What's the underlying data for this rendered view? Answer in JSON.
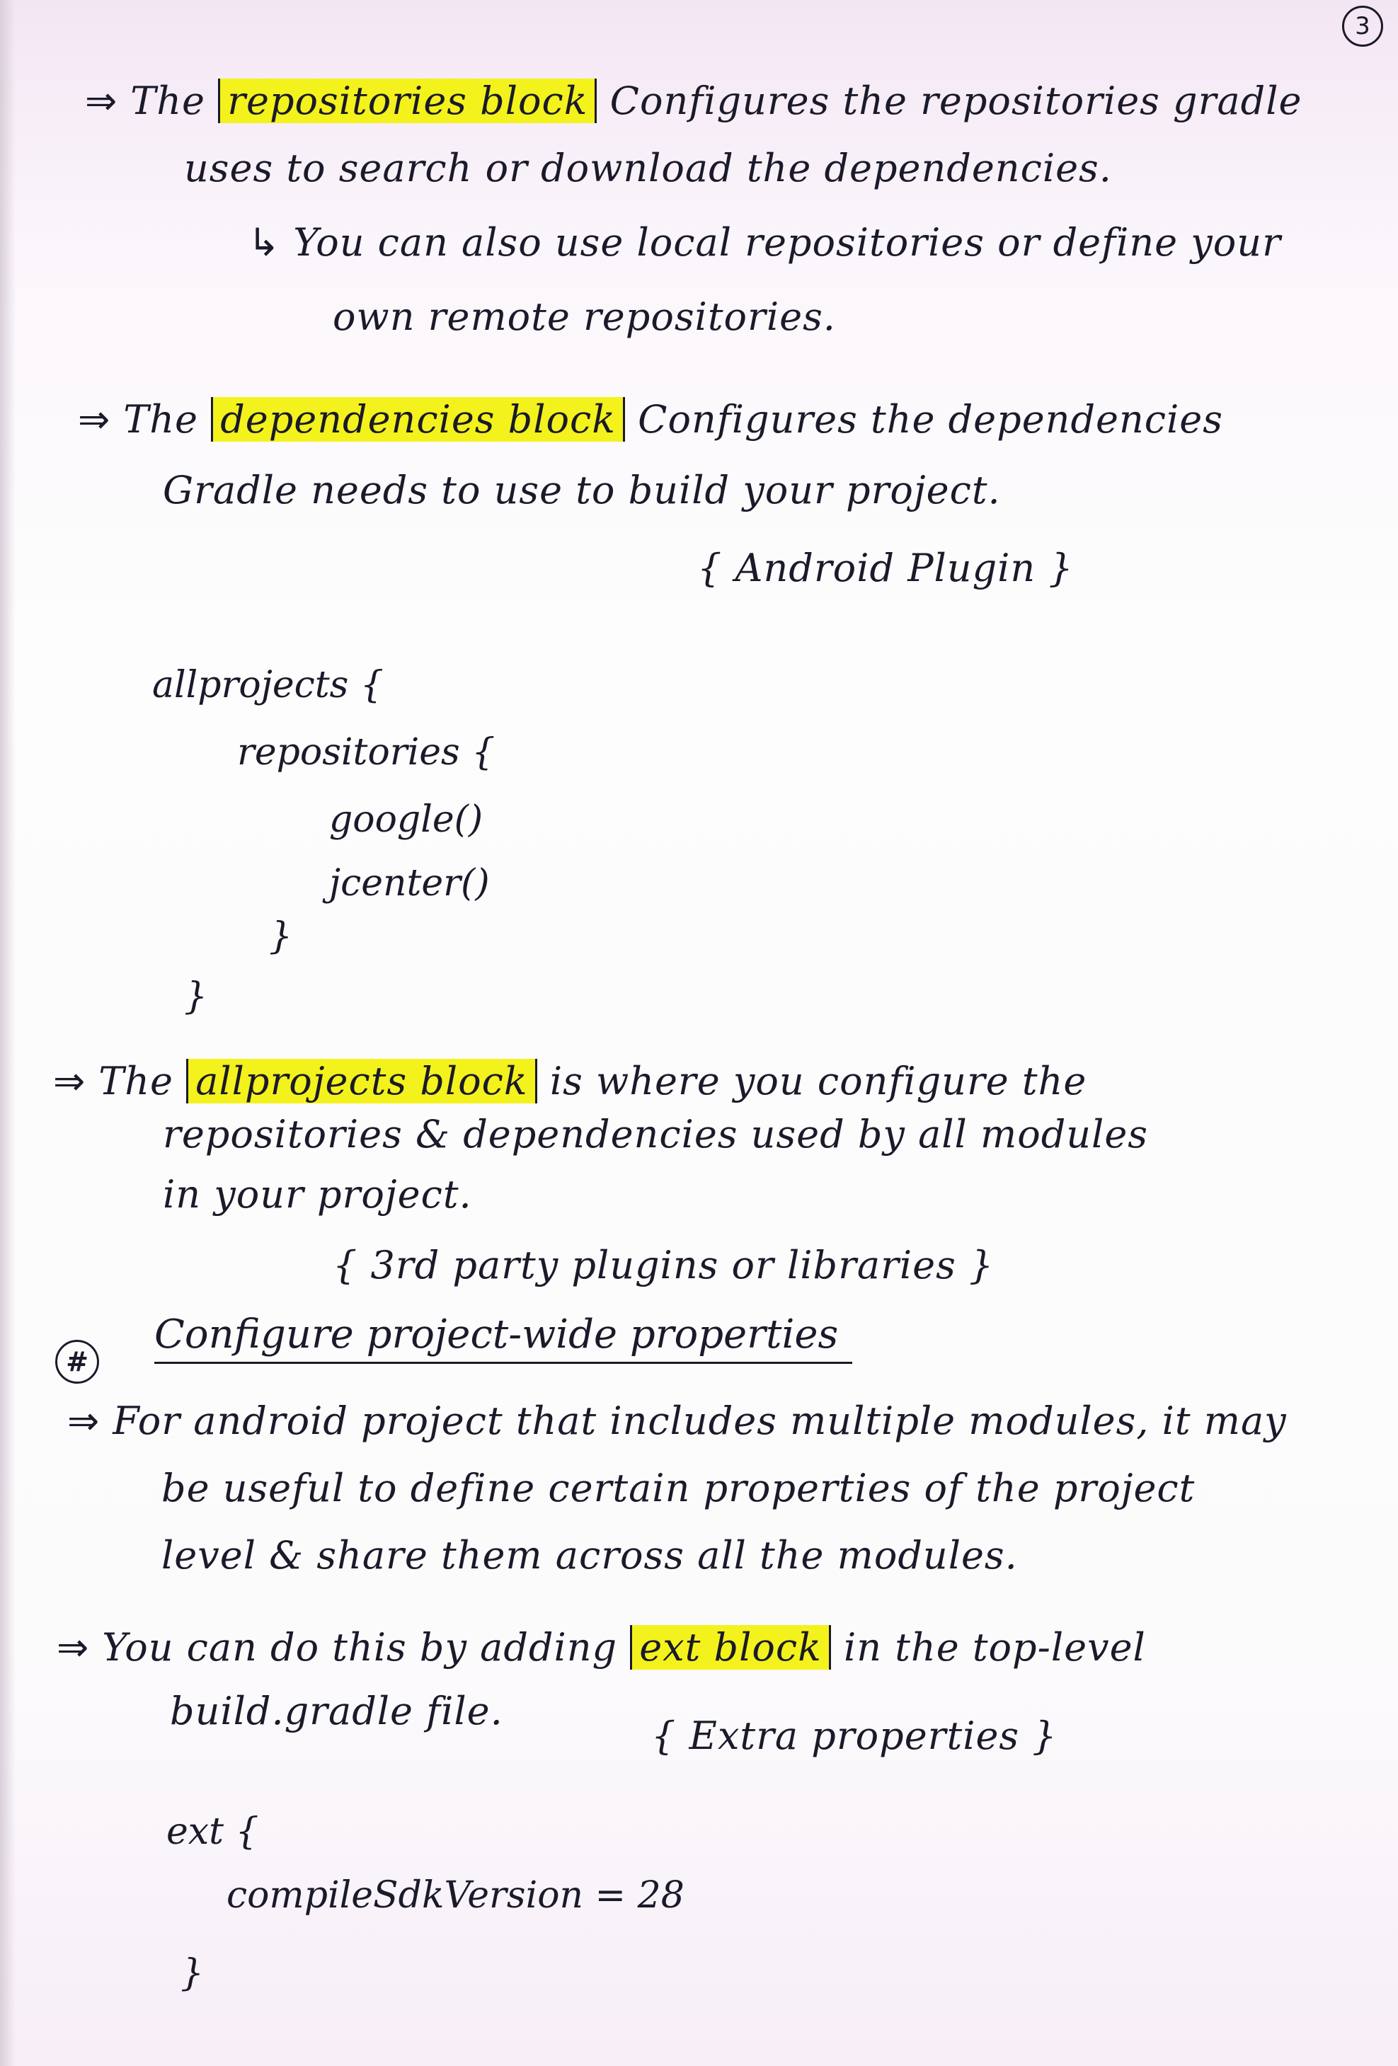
{
  "page_number": "3",
  "sections": {
    "repositories": {
      "arrow": "⇒",
      "text_before": "The",
      "highlight": "repositories block",
      "line1_after": "Configures the repositories gradle",
      "line2": "uses to search or download the dependencies.",
      "sub_arrow": "↳",
      "sub_line1": "You can also use local repositories or define your",
      "sub_line2": "own remote repositories."
    },
    "dependencies": {
      "arrow": "⇒",
      "text_before": "The",
      "highlight": "dependencies block",
      "line1_after": "Configures the dependencies",
      "line2": "Gradle needs to use to build your project.",
      "note": "{ Android Plugin }"
    },
    "code1": {
      "line1": "allprojects {",
      "line2": "repositories {",
      "line3": "google()",
      "line4": "jcenter()",
      "line5": "}",
      "line6": "}"
    },
    "allprojects": {
      "arrow": "⇒",
      "text_before": "The",
      "highlight": "allprojects block",
      "line1_after": "is where you configure the",
      "line2": "repositories & dependencies used by all modules",
      "line3": "in your project.",
      "note": "{ 3rd party plugins or libraries }"
    },
    "heading": {
      "badge": "#",
      "title": "Configure project-wide properties"
    },
    "multi_module": {
      "arrow": "⇒",
      "line1": "For android project that includes multiple modules, it may",
      "line2": "be useful to define certain properties of the project",
      "line3": "level & share them across all the modules."
    },
    "ext": {
      "arrow": "⇒",
      "line1_before": "You can do this by adding",
      "highlight": "ext block",
      "line1_after": "in the top-level",
      "line2": "build.gradle file.",
      "note": "{ Extra properties }"
    },
    "code2": {
      "line1": "ext {",
      "line2": "compileSdkVersion = 28",
      "line3": "}"
    }
  }
}
